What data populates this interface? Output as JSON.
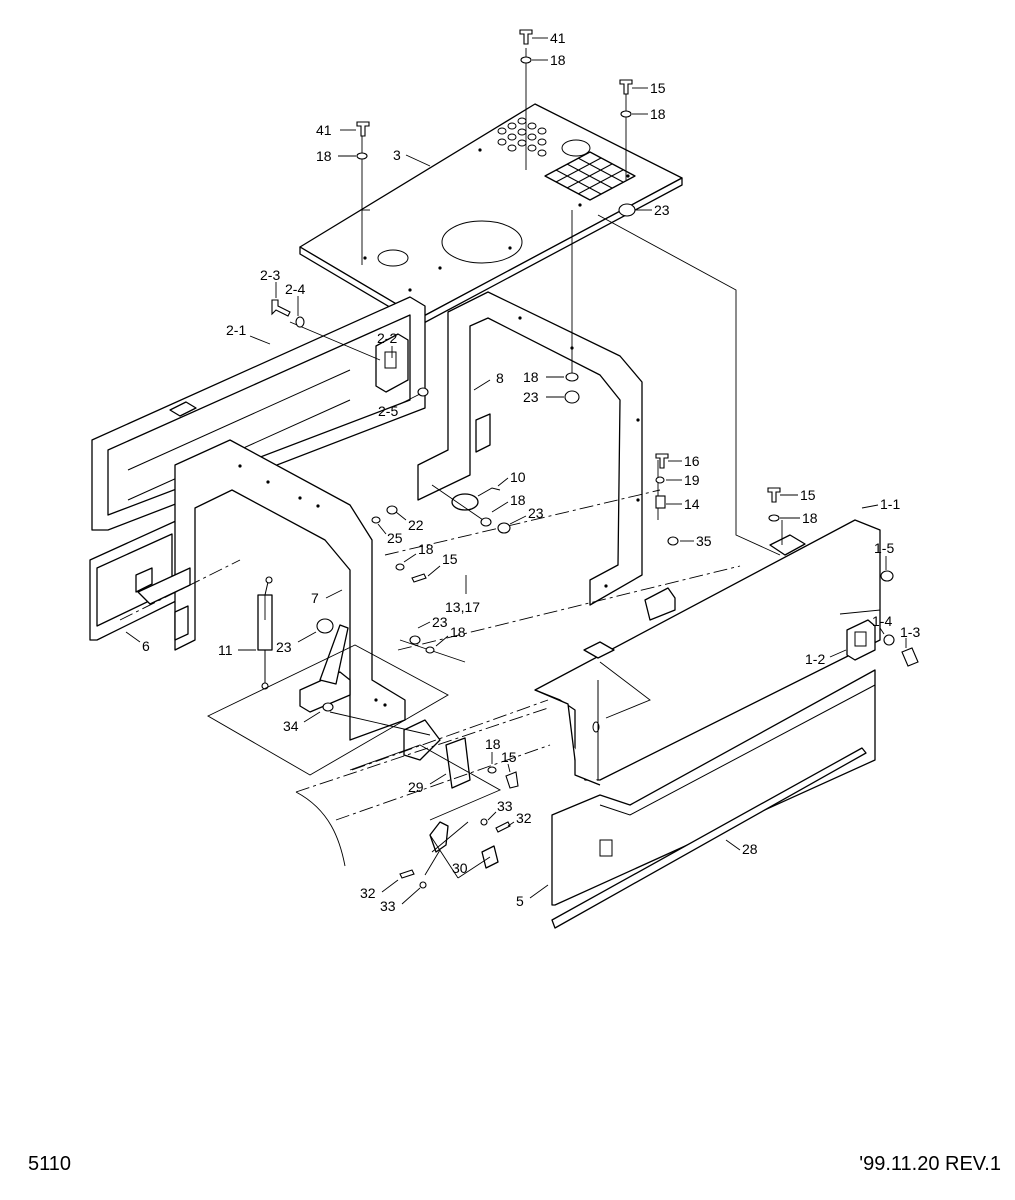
{
  "footer": {
    "page_code": "5110",
    "revision": "'99.11.20  REV.1"
  },
  "callouts": [
    "41",
    "18",
    "15",
    "18",
    "41",
    "18",
    "3",
    "23",
    "2-3",
    "2-4",
    "2-1",
    "2-2",
    "2-5",
    "8",
    "18",
    "23",
    "16",
    "19",
    "10",
    "18",
    "23",
    "14",
    "15",
    "18",
    "1-1",
    "22",
    "25",
    "18",
    "15",
    "35",
    "1-5",
    "6",
    "7",
    "13,17",
    "11",
    "23",
    "23",
    "18",
    "1-4",
    "1-3",
    "1-2",
    "34",
    "29",
    "18",
    "15",
    "33",
    "32",
    "30",
    "28",
    "32",
    "33",
    "5"
  ]
}
